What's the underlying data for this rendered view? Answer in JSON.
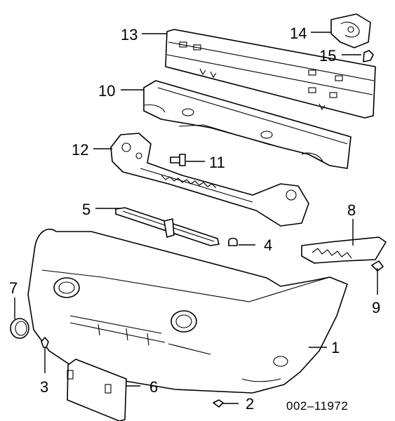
{
  "callouts": {
    "c1": "1",
    "c2": "2",
    "c3": "3",
    "c4": "4",
    "c5": "5",
    "c6": "6",
    "c7": "7",
    "c8": "8",
    "c9": "9",
    "c10": "10",
    "c11": "11",
    "c12": "12",
    "c13": "13",
    "c14": "14",
    "c15": "15"
  },
  "figure_code": "002–11972"
}
